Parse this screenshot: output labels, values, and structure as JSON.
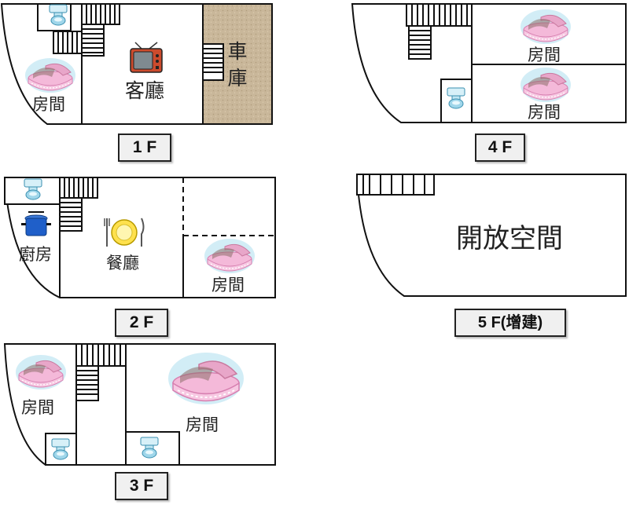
{
  "floors": {
    "f1": {
      "label": "1 F",
      "rooms": {
        "bedroom": "房間",
        "living": "客廳",
        "garage_1": "車",
        "garage_2": "庫"
      }
    },
    "f2": {
      "label": "2 F",
      "rooms": {
        "kitchen": "廚房",
        "dining": "餐廳",
        "bedroom": "房間"
      }
    },
    "f3": {
      "label": "3 F",
      "rooms": {
        "bedroom_left": "房間",
        "bedroom_right": "房間"
      }
    },
    "f4": {
      "label": "4 F",
      "rooms": {
        "bedroom_upper": "房間",
        "bedroom_lower": "房間"
      }
    },
    "f5": {
      "label": "5 F(增建)",
      "rooms": {
        "open_space": "開放空間"
      }
    }
  },
  "colors": {
    "line": "#111111",
    "garage_fill": "#c9b79a",
    "bed_pink": "#f2b6d8",
    "toilet_blue": "#9fd6ea",
    "pot_blue": "#1f5fc9"
  }
}
